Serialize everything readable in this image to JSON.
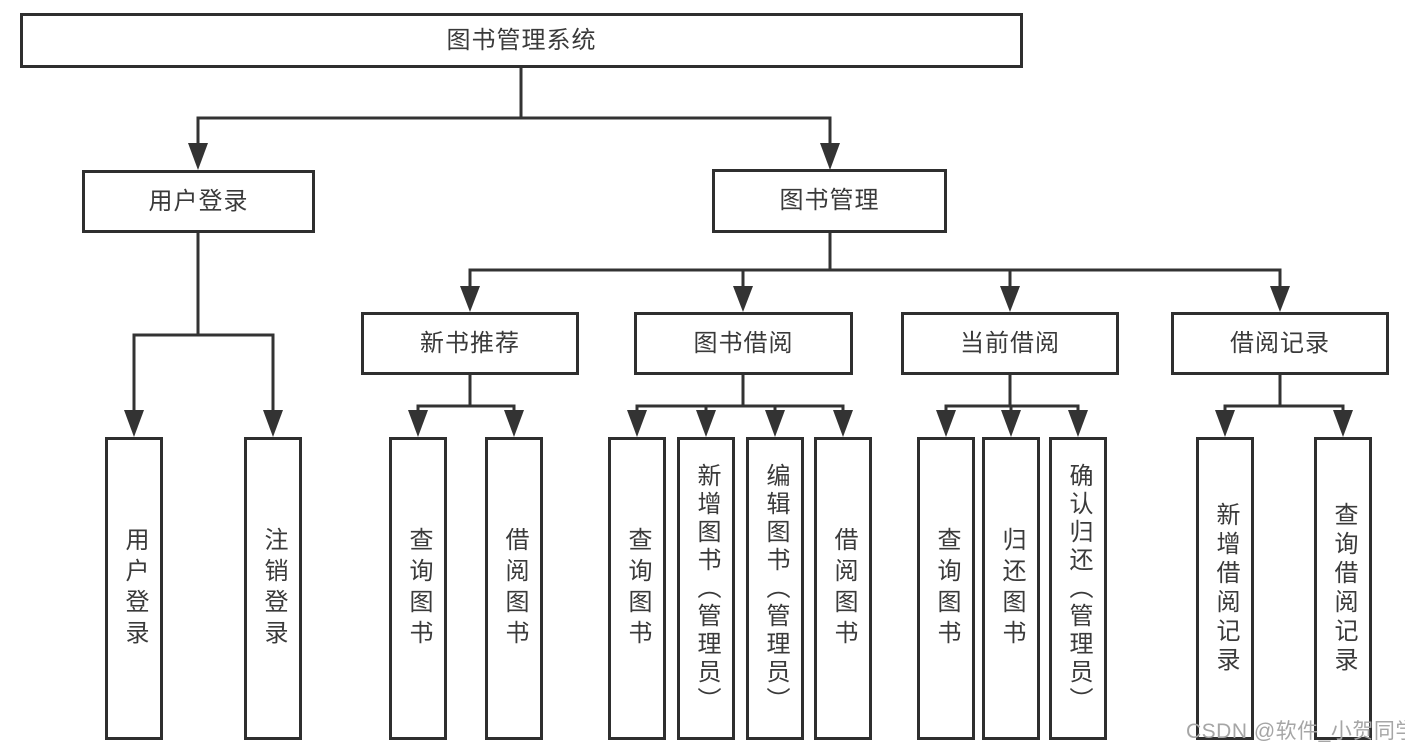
{
  "diagram": {
    "title": "图书管理系统",
    "branches": [
      {
        "label": "用户登录",
        "children": [
          {
            "label": "用户登录"
          },
          {
            "label": "注销登录"
          }
        ]
      },
      {
        "label": "图书管理",
        "children": [
          {
            "label": "新书推荐",
            "children": [
              {
                "label": "查询图书"
              },
              {
                "label": "借阅图书"
              }
            ]
          },
          {
            "label": "图书借阅",
            "children": [
              {
                "label": "查询图书"
              },
              {
                "label": "新增图书（管理员）"
              },
              {
                "label": "编辑图书（管理员）"
              },
              {
                "label": "借阅图书"
              }
            ]
          },
          {
            "label": "当前借阅",
            "children": [
              {
                "label": "查询图书"
              },
              {
                "label": "归还图书"
              },
              {
                "label": "确认归还（管理员）"
              }
            ]
          },
          {
            "label": "借阅记录",
            "children": [
              {
                "label": "新增借阅记录"
              },
              {
                "label": "查询借阅记录"
              }
            ]
          }
        ]
      }
    ]
  },
  "watermark": {
    "text": "CSDN @软件_小贺同学"
  },
  "colors": {
    "line": "#333333",
    "box_border": "#2f2f2f",
    "text": "#3a3a3a",
    "watermark": "#a6a6a6",
    "background": "#ffffff"
  }
}
